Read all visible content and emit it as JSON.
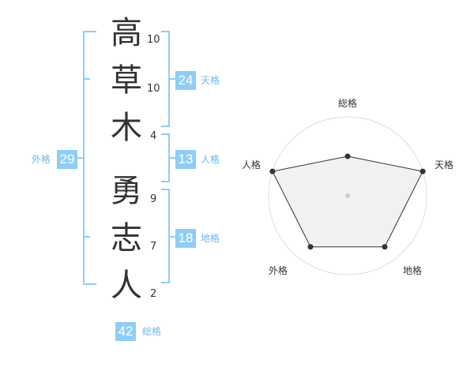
{
  "colors": {
    "accent": "#8fcdf5",
    "label": "#6cb8ec",
    "text": "#333333",
    "radar_fill": "#eeeeee",
    "radar_line": "#333333",
    "grid": "#dddddd"
  },
  "name": {
    "chars": [
      {
        "char": "高",
        "strokes": "10"
      },
      {
        "char": "草",
        "strokes": "10"
      },
      {
        "char": "木",
        "strokes": "4"
      },
      {
        "char": "勇",
        "strokes": "9"
      },
      {
        "char": "志",
        "strokes": "7"
      },
      {
        "char": "人",
        "strokes": "2"
      }
    ]
  },
  "kakusu": {
    "tenkaku": {
      "value": "24",
      "label": "天格"
    },
    "jinkaku": {
      "value": "13",
      "label": "人格"
    },
    "chikaku": {
      "value": "18",
      "label": "地格"
    },
    "gaikaku": {
      "value": "29",
      "label": "外格"
    },
    "soukaku": {
      "value": "42",
      "label": "総格"
    }
  },
  "chart_data": {
    "type": "radar",
    "axes": [
      "総格",
      "天格",
      "地格",
      "外格",
      "人格"
    ],
    "values": [
      0.5,
      1.0,
      0.8,
      0.8,
      1.0
    ],
    "range": [
      0,
      1
    ],
    "rings": 4
  }
}
